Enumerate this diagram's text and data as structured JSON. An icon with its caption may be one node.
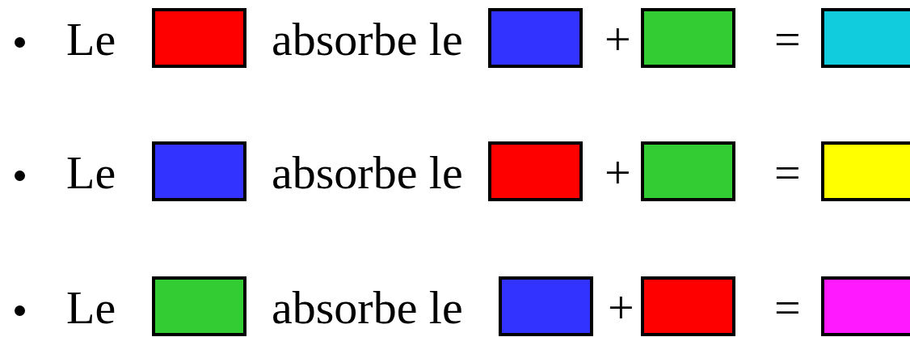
{
  "diagram": {
    "nodes": [
      {
        "text": [],
        "shape": "box"
      },
      {
        "text": [],
        "shape": "box"
      },
      {
        "text": [],
        "shape": "box"
      },
      {
        "text": [],
        "shape": "box"
      },
      {
        "text": [],
        "shape": "box"
      },
      {
        "text": [],
        "shape": "box"
      },
      {
        "text": [],
        "shape": "box"
      },
      {
        "text": [],
        "shape": "box"
      },
      {
        "text": [],
        "shape": "box"
      },
      {
        "text": [],
        "shape": "box"
      },
      {
        "text": [],
        "shape": "box"
      },
      {
        "text": [],
        "shape": "box"
      }
    ],
    "labels": [
      "Le",
      "absorbe le",
      "+",
      "=",
      "Le",
      "absorbe le",
      "+",
      "=",
      "Le",
      "absorbe le",
      "+",
      "="
    ]
  }
}
